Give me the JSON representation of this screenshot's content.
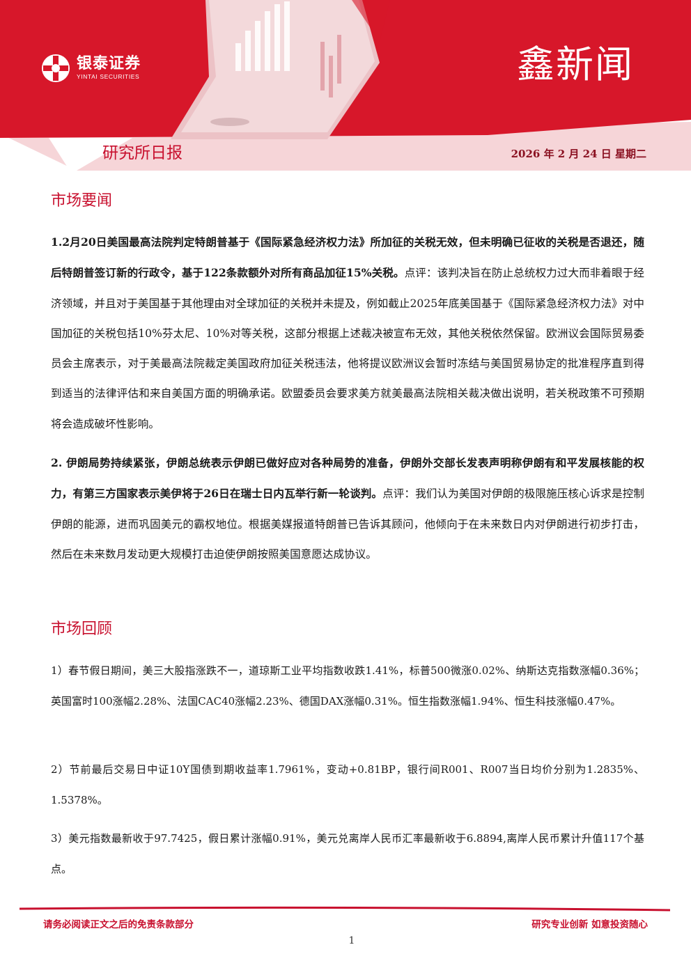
{
  "header": {
    "logo_cn": "银泰证券",
    "logo_en": "YINTAI SECURITIES",
    "brand_title": "鑫新闻",
    "report_title": "研究所日报",
    "date": "2026 年 2 月 24 日  星期二"
  },
  "colors": {
    "brand_red": "#d7172a",
    "accent_pink": "#f6d5d8",
    "title_red": "#c8102e"
  },
  "sections": [
    {
      "title": "市场要闻",
      "items": [
        {
          "bold": "1.2月20日美国最高法院判定特朗普基于《国际紧急经济权力法》所加征的关税无效，但未明确已征收的关税是否退还，随后特朗普签订新的行政令，基于122条款额外对所有商品加征15%关税。",
          "text": "点评：该判决旨在防止总统权力过大而非着眼于经济领域，并且对于美国基于其他理由对全球加征的关税并未提及，例如截止2025年底美国基于《国际紧急经济权力法》对中国加征的关税包括10%芬太尼、10%对等关税，这部分根据上述裁决被宣布无效，其他关税依然保留。欧洲议会国际贸易委员会主席表示，对于美最高法院裁定美国政府加征关税违法，他将提议欧洲议会暂时冻结与美国贸易协定的批准程序直到得到适当的法律评估和来自美国方面的明确承诺。欧盟委员会要求美方就美最高法院相关裁决做出说明，若关税政策不可预期将会造成破坏性影响。"
        },
        {
          "bold": "2. 伊朗局势持续紧张，伊朗总统表示伊朗已做好应对各种局势的准备，伊朗外交部长发表声明称伊朗有和平发展核能的权力，有第三方国家表示美伊将于26日在瑞士日内瓦举行新一轮谈判。",
          "text": "点评：我们认为美国对伊朗的极限施压核心诉求是控制伊朗的能源，进而巩固美元的霸权地位。根据美媒报道特朗普已告诉其顾问，他倾向于在未来数日内对伊朗进行初步打击，然后在未来数月发动更大规模打击迫使伊朗按照美国意愿达成协议。"
        }
      ]
    },
    {
      "title": "市场回顾",
      "items": [
        {
          "text": "1）春节假日期间，美三大股指涨跌不一，道琼斯工业平均指数收跌1.41%，标普500微涨0.02%、纳斯达克指数涨幅0.36%；英国富时100涨幅2.28%、法国CAC40涨幅2.23%、德国DAX涨幅0.31%。恒生指数涨幅1.94%、恒生科技涨幅0.47%。"
        },
        {
          "text": "2）节前最后交易日中证10Y国债到期收益率1.7961%，变动+0.81BP，银行间R001、R007当日均价分别为1.2835%、1.5378%。"
        },
        {
          "text": "3）美元指数最新收于97.7425，假日累计涨幅0.91%，美元兑离岸人民币汇率最新收于6.8894,离岸人民币累计升值117个基点。"
        }
      ]
    }
  ],
  "footer": {
    "disclaimer": "请务必阅读正文之后的免责条款部分",
    "slogan": "研究专业创新   如意投资随心",
    "page_number": "1"
  }
}
